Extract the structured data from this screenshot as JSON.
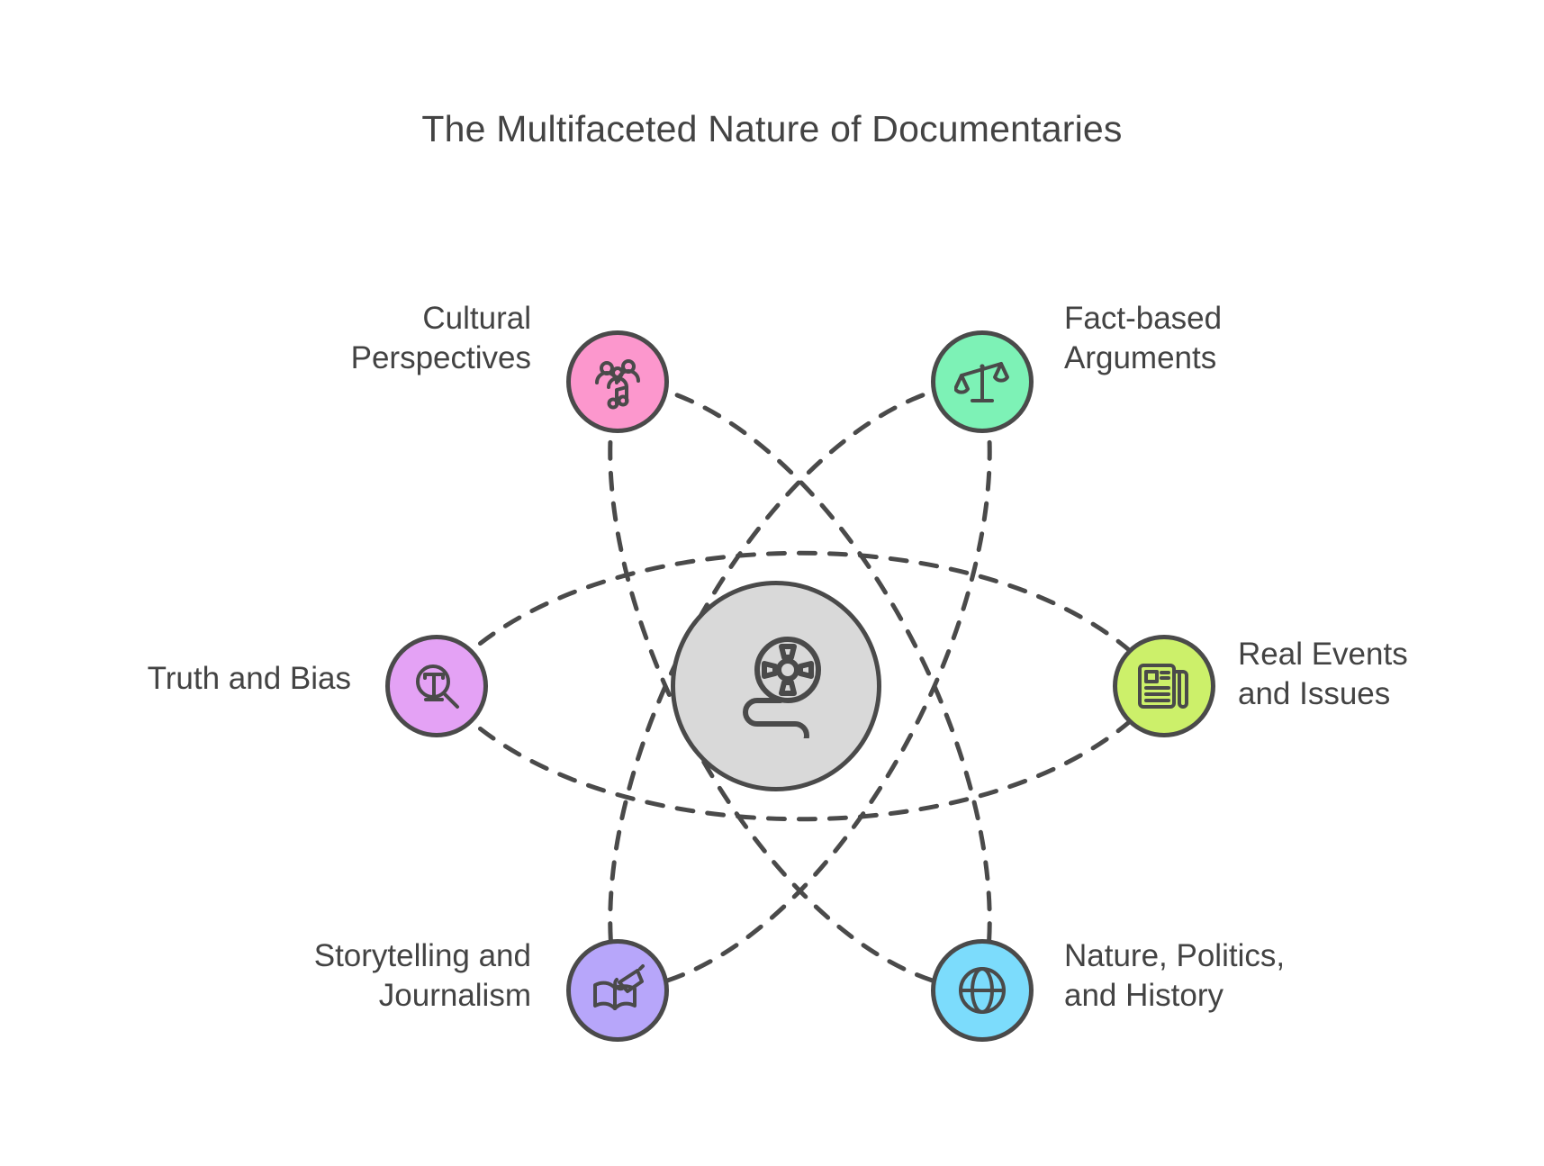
{
  "title": "The Multifaceted Nature of Documentaries",
  "center": {
    "icon": "film-reel-icon",
    "color": "#d9d9d9",
    "stroke": "#4a4a4a"
  },
  "colors": {
    "outline": "#4a4a4a",
    "text": "#434343",
    "background": "#ffffff",
    "orbit": "#4a4a4a"
  },
  "nodes": [
    {
      "id": "cultural-perspectives",
      "label": "Cultural\nPerspectives",
      "color": "#fc97cd",
      "icon": "people-music-icon",
      "label_side": "left"
    },
    {
      "id": "fact-based-arguments",
      "label": "Fact-based\nArguments",
      "color": "#7df2b6",
      "icon": "scales-icon",
      "label_side": "right"
    },
    {
      "id": "truth-and-bias",
      "label": "Truth and Bias",
      "color": "#e4a2f5",
      "icon": "magnifier-text-icon",
      "label_side": "left"
    },
    {
      "id": "real-events-and-issues",
      "label": "Real Events\nand Issues",
      "color": "#ccf06a",
      "icon": "newspaper-icon",
      "label_side": "right"
    },
    {
      "id": "storytelling-and-journalism",
      "label": "Storytelling and\nJournalism",
      "color": "#b7a6fa",
      "icon": "book-megaphone-icon",
      "label_side": "left"
    },
    {
      "id": "nature-politics-and-history",
      "label": "Nature, Politics,\nand History",
      "color": "#7cdcfc",
      "icon": "globe-icon",
      "label_side": "right"
    }
  ],
  "orbit_style": {
    "dash": "18 16",
    "width": 5
  }
}
